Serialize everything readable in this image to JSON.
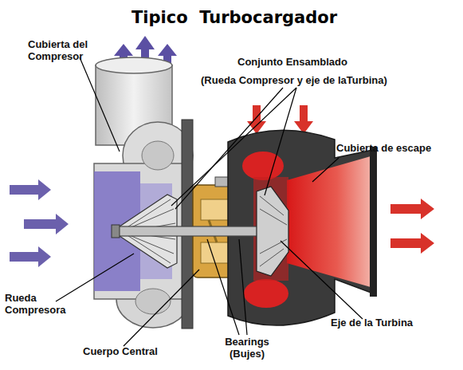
{
  "diagram": {
    "title": "Tipico  Turbocargador",
    "labels": [
      "Cubierta del Compresor",
      "Conjunto Ensamblado",
      "(Rueda Compresor y eje de laTurbina)",
      "Cubierta de escape",
      "Rueda Compresora",
      "Cuerpo Central",
      "Bearings (Bujes)",
      "Eje de la Turbina"
    ]
  }
}
